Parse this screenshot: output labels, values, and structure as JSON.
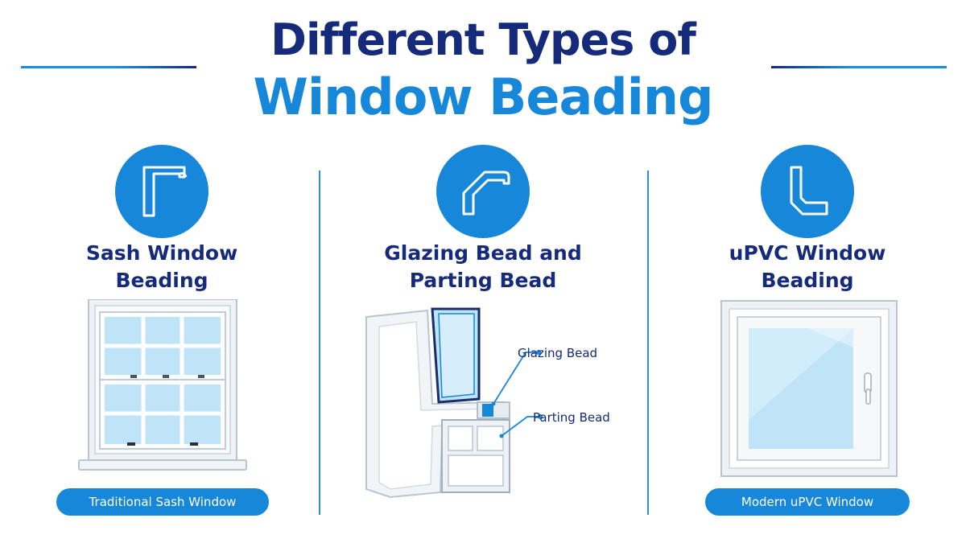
{
  "title": {
    "line1": "Different Types of",
    "line2": "Window Beading"
  },
  "colors": {
    "navy": "#152a7a",
    "blue": "#1687d9",
    "glass": "#bfe3f7",
    "frame": "#f4f6f8"
  },
  "columns": [
    {
      "icon": "sash-bead-profile-icon",
      "title_line1": "Sash Window",
      "title_line2": "Beading",
      "caption": "Traditional Sash Window"
    },
    {
      "icon": "glazing-bead-profile-icon",
      "title_line1": "Glazing Bead and",
      "title_line2": "Parting Bead",
      "callouts": [
        "Glazing Bead",
        "Parting Bead"
      ]
    },
    {
      "icon": "upvc-bead-profile-icon",
      "title_line1": "uPVC Window",
      "title_line2": "Beading",
      "caption": "Modern uPVC Window"
    }
  ]
}
